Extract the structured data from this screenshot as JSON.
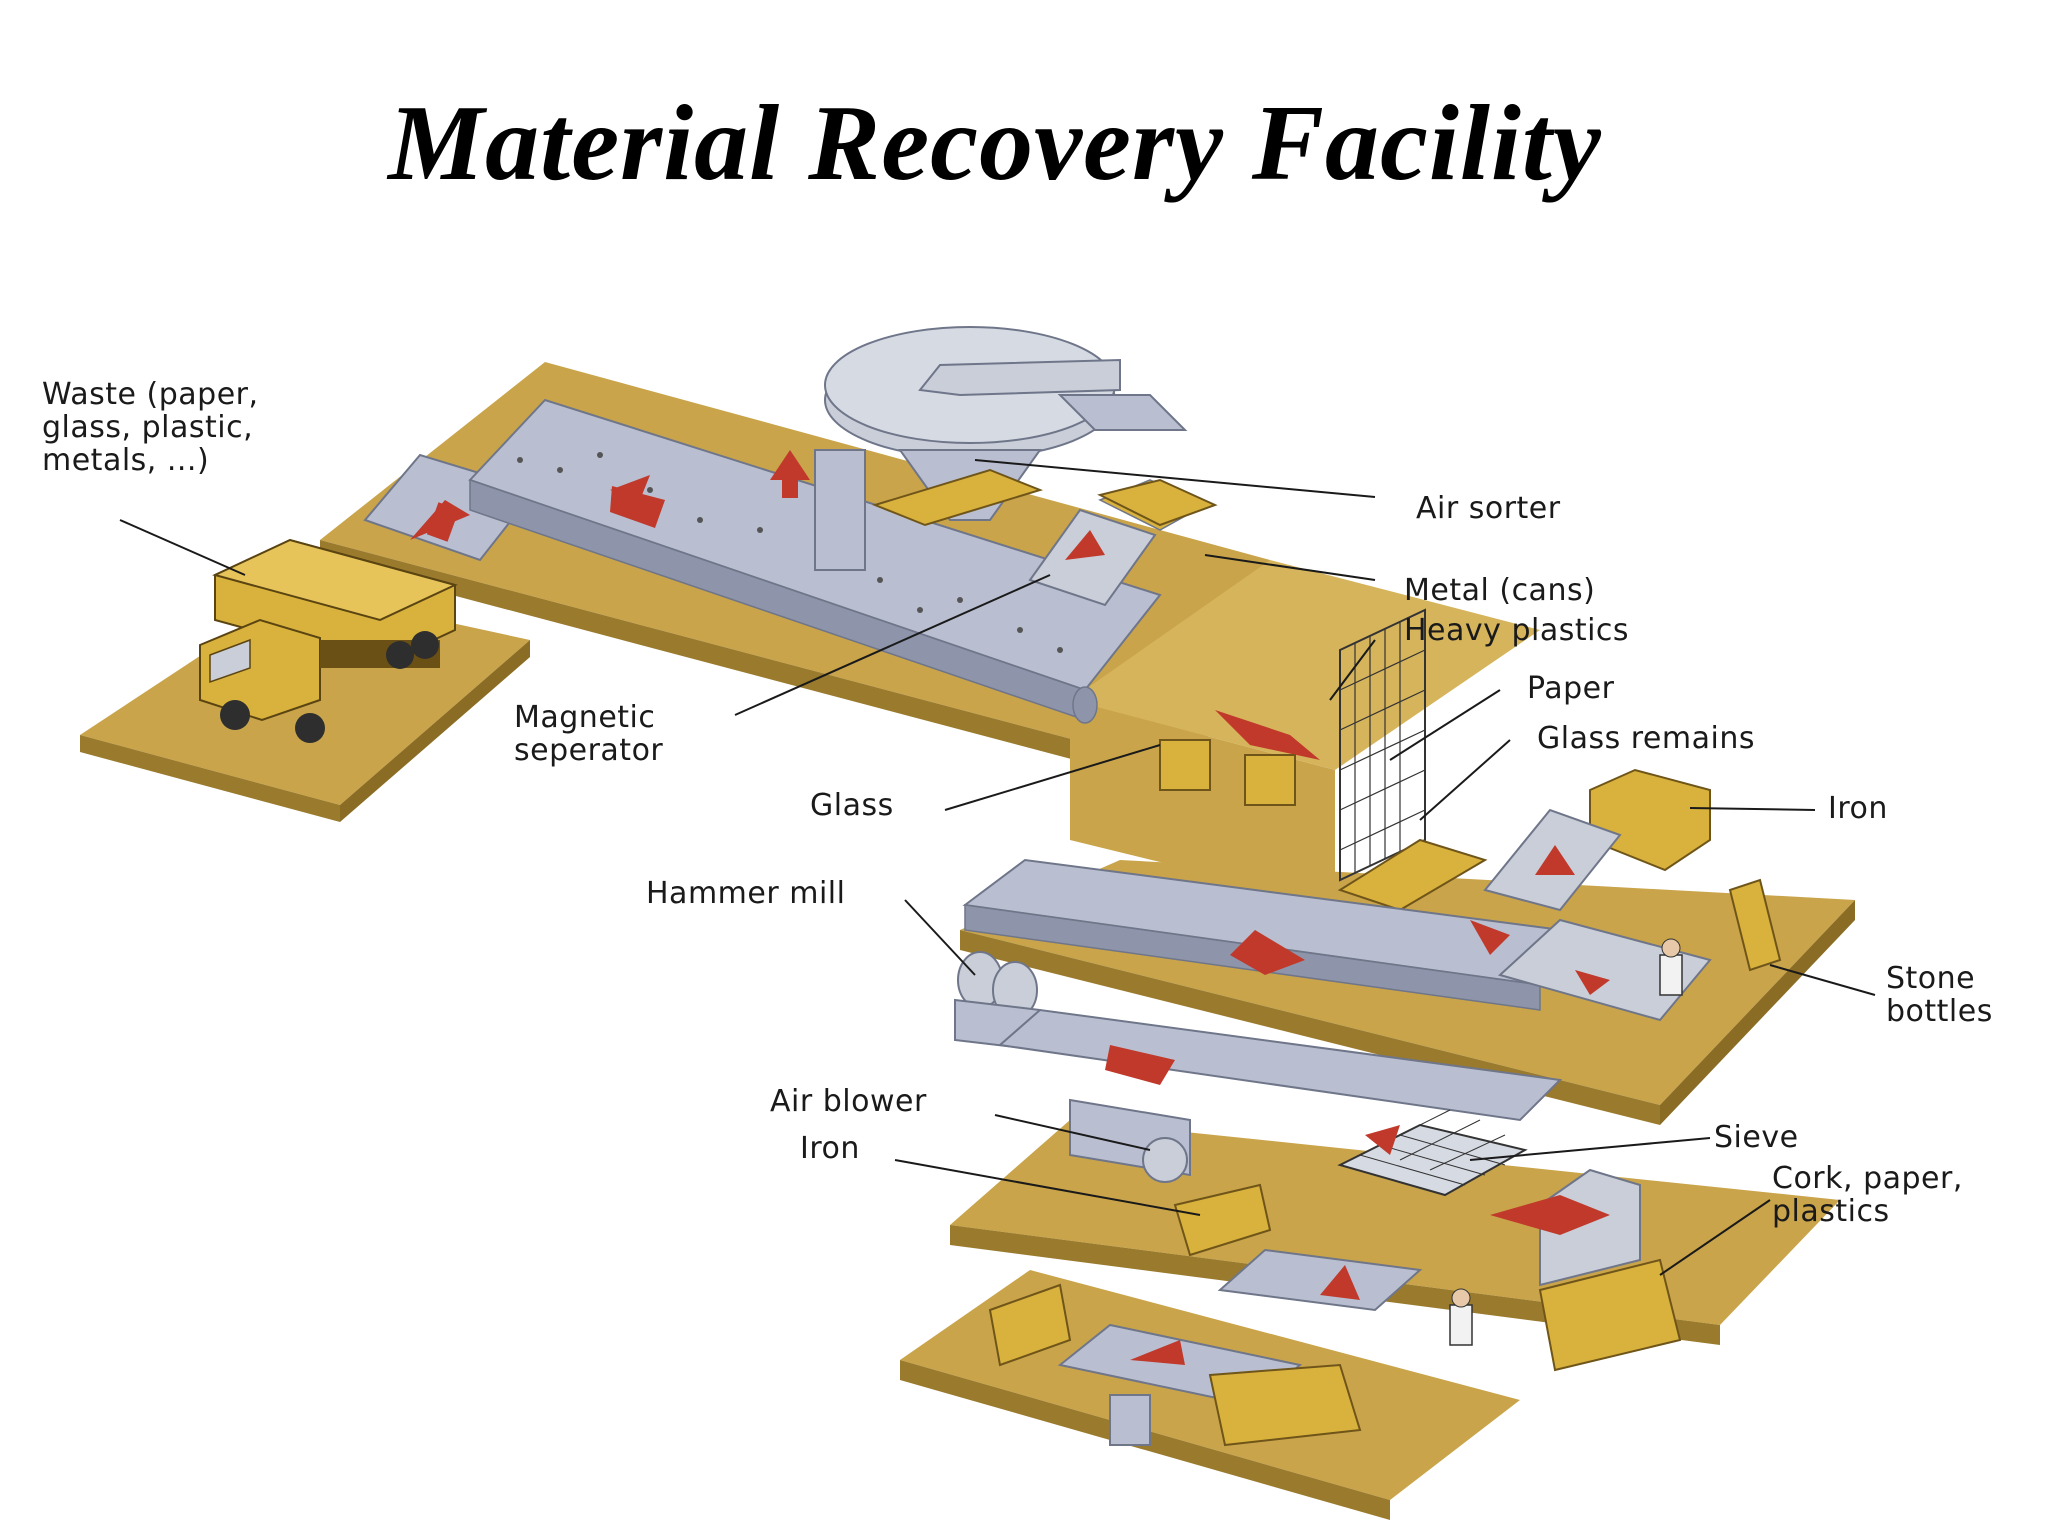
{
  "title": "Material Recovery Facility",
  "colors": {
    "platform": "#c9a44a",
    "platform_dark": "#9a7a2c",
    "conveyor": "#b9bfd0",
    "conveyor_dark": "#8e95aa",
    "bin": "#d8b23c",
    "arrow": "#c0392b"
  },
  "labels": {
    "waste": [
      "Waste (paper,",
      "glass, plastic,",
      "metals, ...)"
    ],
    "air_sorter": "Air sorter",
    "metal_cans": "Metal (cans)",
    "heavy_plastics": "Heavy plastics",
    "paper": "Paper",
    "glass_remains": "Glass remains",
    "magnetic_separator": [
      "Magnetic",
      "seperator"
    ],
    "glass": "Glass",
    "iron_top": "Iron",
    "hammer_mill": "Hammer mill",
    "stone_bottles": [
      "Stone",
      "bottles"
    ],
    "air_blower": "Air blower",
    "iron_bottom": "Iron",
    "sieve": "Sieve",
    "cork_paper_plastics": [
      "Cork, paper,",
      "plastics"
    ]
  }
}
